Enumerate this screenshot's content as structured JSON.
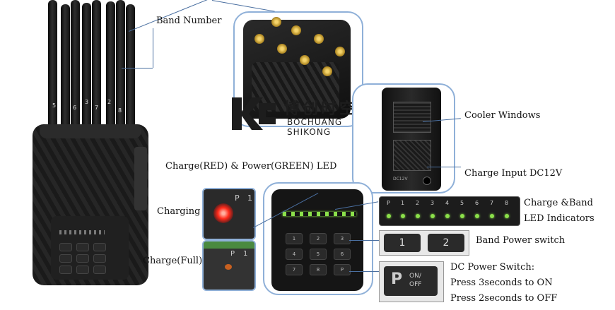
{
  "labels": {
    "band_number": "Band Number",
    "cooler_windows": "Cooler Windows",
    "charge_input": "Charge Input DC12V",
    "charge_led": "Charge(RED) & Power(GREEN) LED",
    "charging": "Charging",
    "charge_full": "Charge(Full)",
    "charge_band_1": "Charge &Band",
    "charge_band_2": "LED Indicators",
    "band_power_switch": "Band Power switch",
    "dc_power_1": "DC Power Switch:",
    "dc_power_2": "Press 3seconds to ON",
    "dc_power_3": "Press 2seconds to OFF"
  },
  "logo": {
    "chinese": "博创时空",
    "english": "BOCHUANG SHIKONG"
  },
  "antenna_numbers": [
    "5",
    "6",
    "3",
    "7",
    "2",
    "8"
  ],
  "side_panel": {
    "text": "DC12V"
  },
  "led_strip": {
    "labels": [
      "P",
      "1",
      "2",
      "3",
      "4",
      "5",
      "6",
      "7",
      "8"
    ]
  },
  "band_buttons": [
    "1",
    "2"
  ],
  "dc_switch": {
    "p": "P",
    "on_off": "ON/\nOFF"
  },
  "indicator_labels": {
    "p": "P",
    "one": "1"
  },
  "keypad": [
    "1",
    "2",
    "3",
    "4",
    "5",
    "6",
    "7",
    "8",
    "P"
  ]
}
